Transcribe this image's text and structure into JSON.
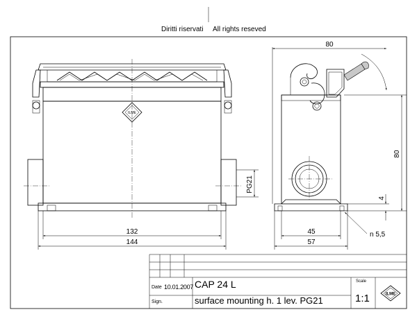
{
  "header": {
    "rights_it": "Diritti riservati",
    "rights_en": "All rights reseved"
  },
  "front_view": {
    "width_inner": "132",
    "width_outer": "144",
    "thread_label": "PG21"
  },
  "side_view": {
    "depth": "80",
    "height": "80",
    "base_thickness": "4",
    "foot_width": "45",
    "base_width": "57",
    "hole": "n 5,5"
  },
  "title_block": {
    "date_label": "Date",
    "date_value": "10.01.2007",
    "sign_label": "Sign.",
    "title": "CAP 24 L",
    "description": "surface mounting h. 1 lev. PG21",
    "scale_label": "Scale",
    "scale_value": "1:1",
    "logo_text": "ILME"
  }
}
